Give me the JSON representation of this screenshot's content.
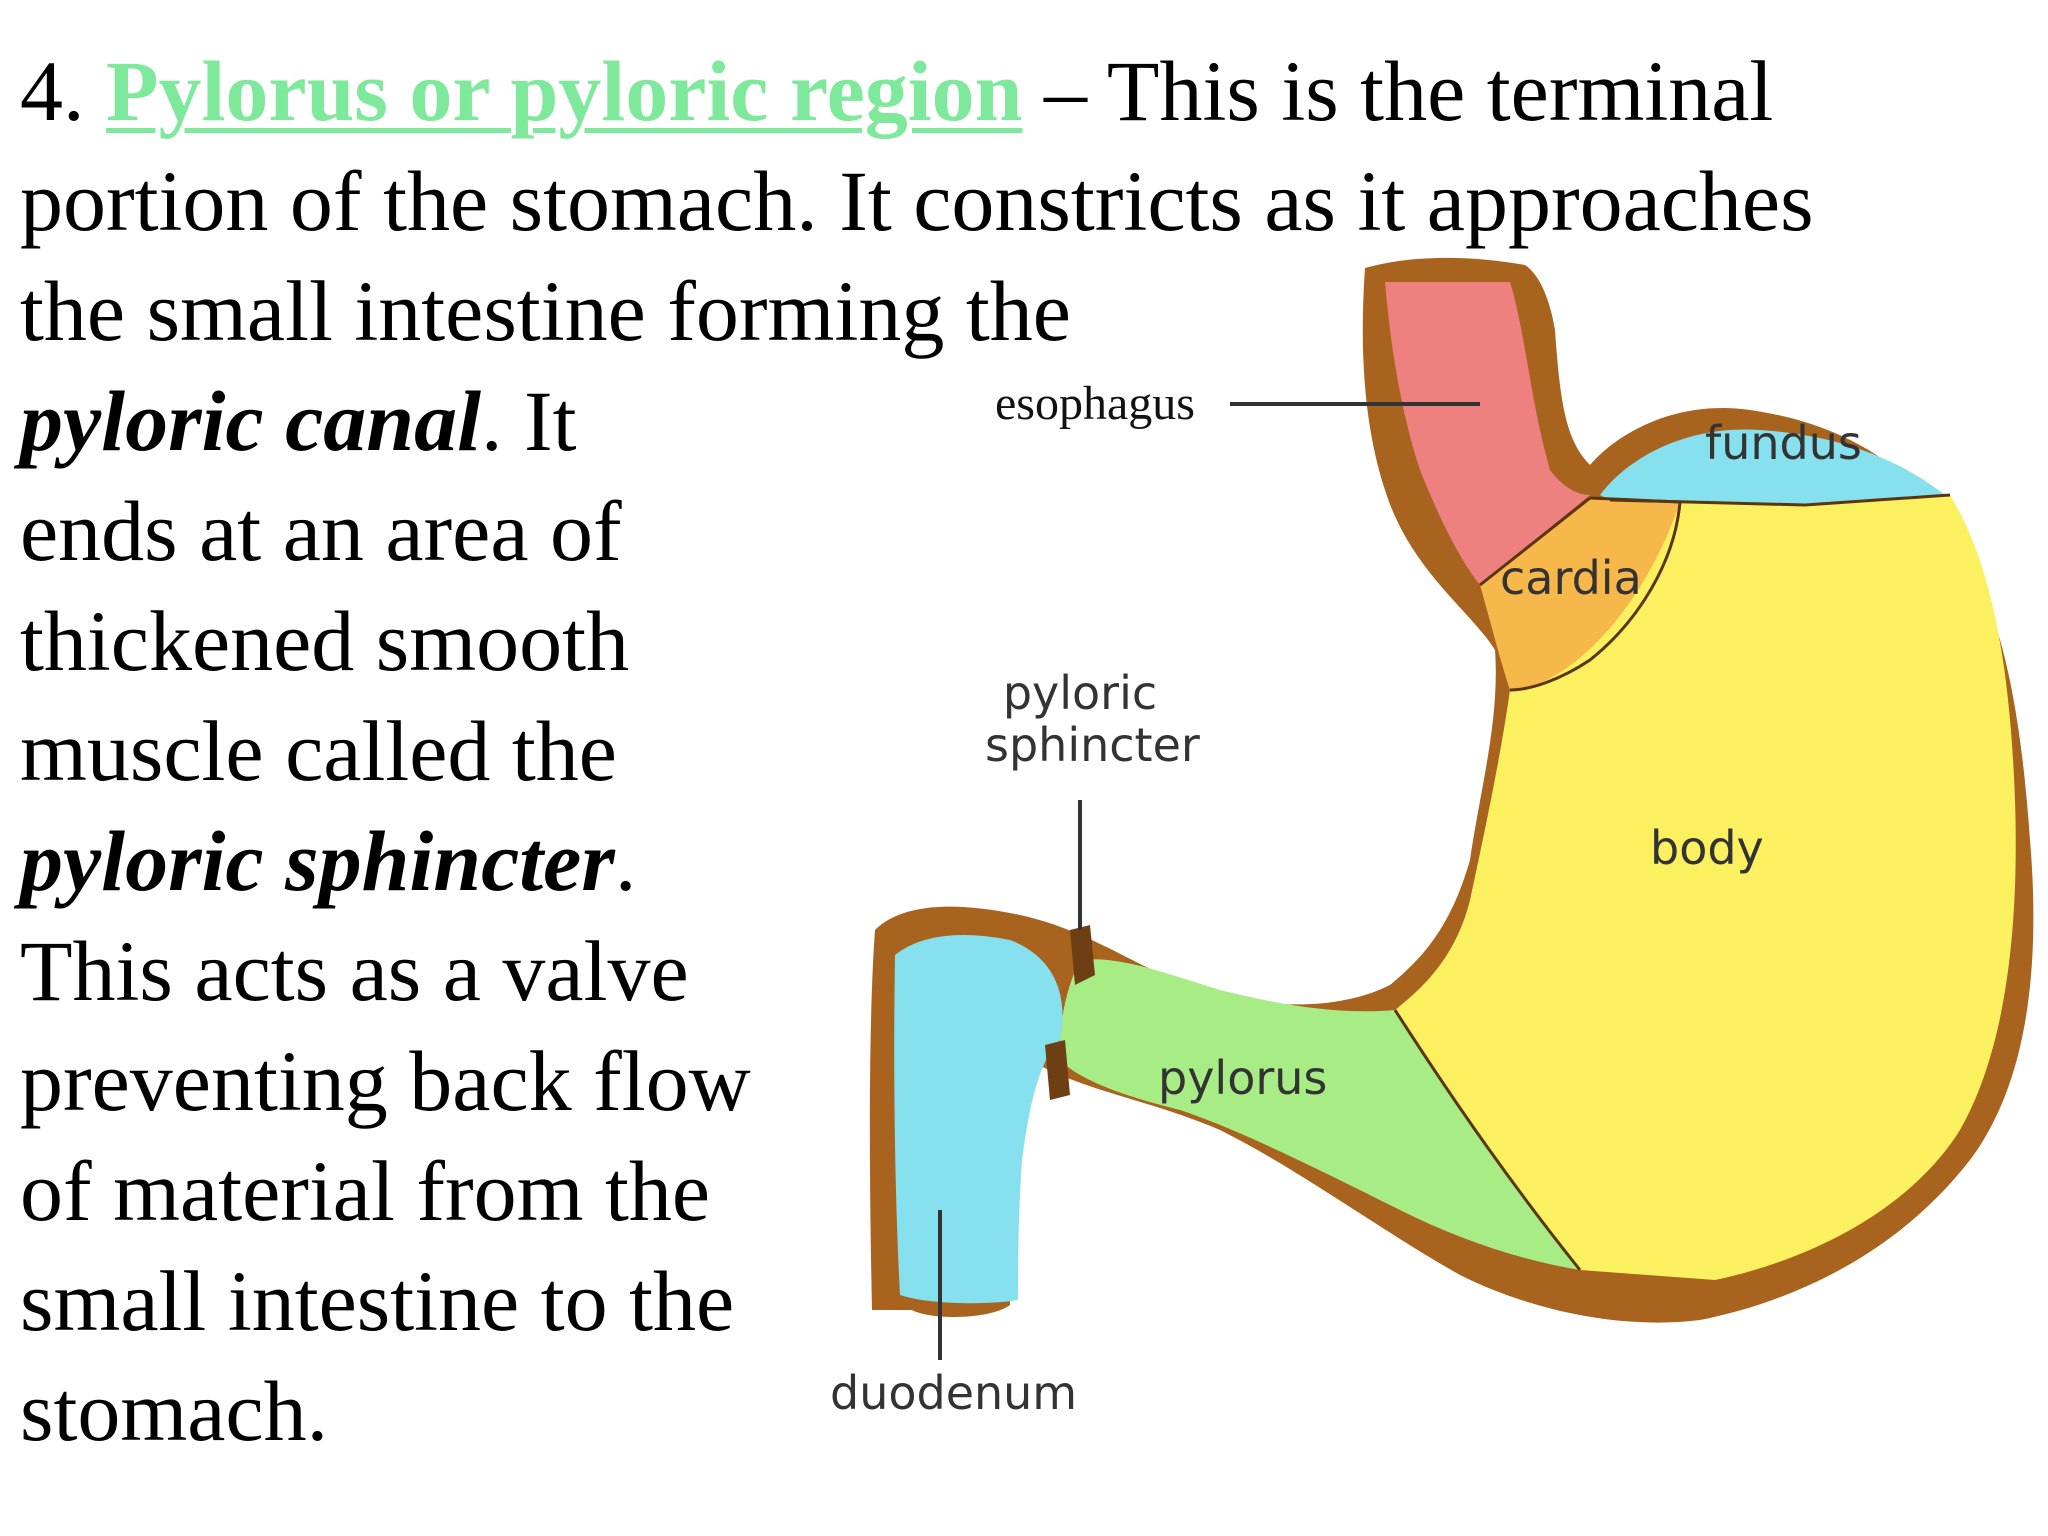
{
  "text": {
    "line1_prefix": "4. ",
    "heading_link": "Pylorus or pyloric region",
    "line1_suffix": " – This is the terminal",
    "line2": "portion of the stomach. It constricts as it approaches",
    "line3": "the small intestine forming the",
    "term_canal": "pyloric canal",
    "line4_suffix": ".  It",
    "line5": "ends at an area of",
    "line6": "thickened smooth",
    "line7": "muscle called the",
    "term_sphincter": "pyloric sphincter",
    "line8_suffix": ".",
    "line9": "This acts as a valve",
    "line10": "preventing back flow",
    "line11": "of material from the",
    "line12": "small intestine to the",
    "line13": "stomach."
  },
  "diagram": {
    "labels": {
      "esophagus": "esophagus",
      "fundus": "fundus",
      "cardia": "cardia",
      "body": "body",
      "pylorus": "pylorus",
      "pyloric_sphincter_line1": "pyloric",
      "pyloric_sphincter_line2": "sphincter",
      "duodenum": "duodenum"
    },
    "colors": {
      "wall": "#a8641f",
      "esophagus": "#ef8080",
      "fundus": "#86e0ee",
      "cardia": "#f7b84b",
      "body": "#faf060",
      "pylorus": "#a8ec86",
      "duodenum": "#86e0ee",
      "heading_link": "#7ee89b"
    }
  }
}
